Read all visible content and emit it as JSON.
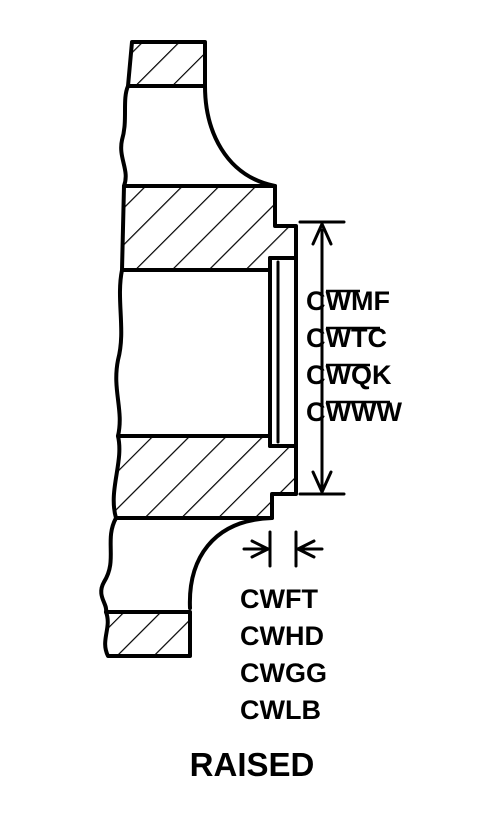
{
  "diagram": {
    "title": "RAISED",
    "face_dimension_codes": [
      "CWMF",
      "CWTC",
      "CWQK",
      "CWWW"
    ],
    "face_thickness_codes": [
      "CWFT",
      "CWHD",
      "CWGG",
      "CWLB"
    ]
  },
  "colors": {
    "ink": "#000000",
    "background": "#ffffff"
  }
}
